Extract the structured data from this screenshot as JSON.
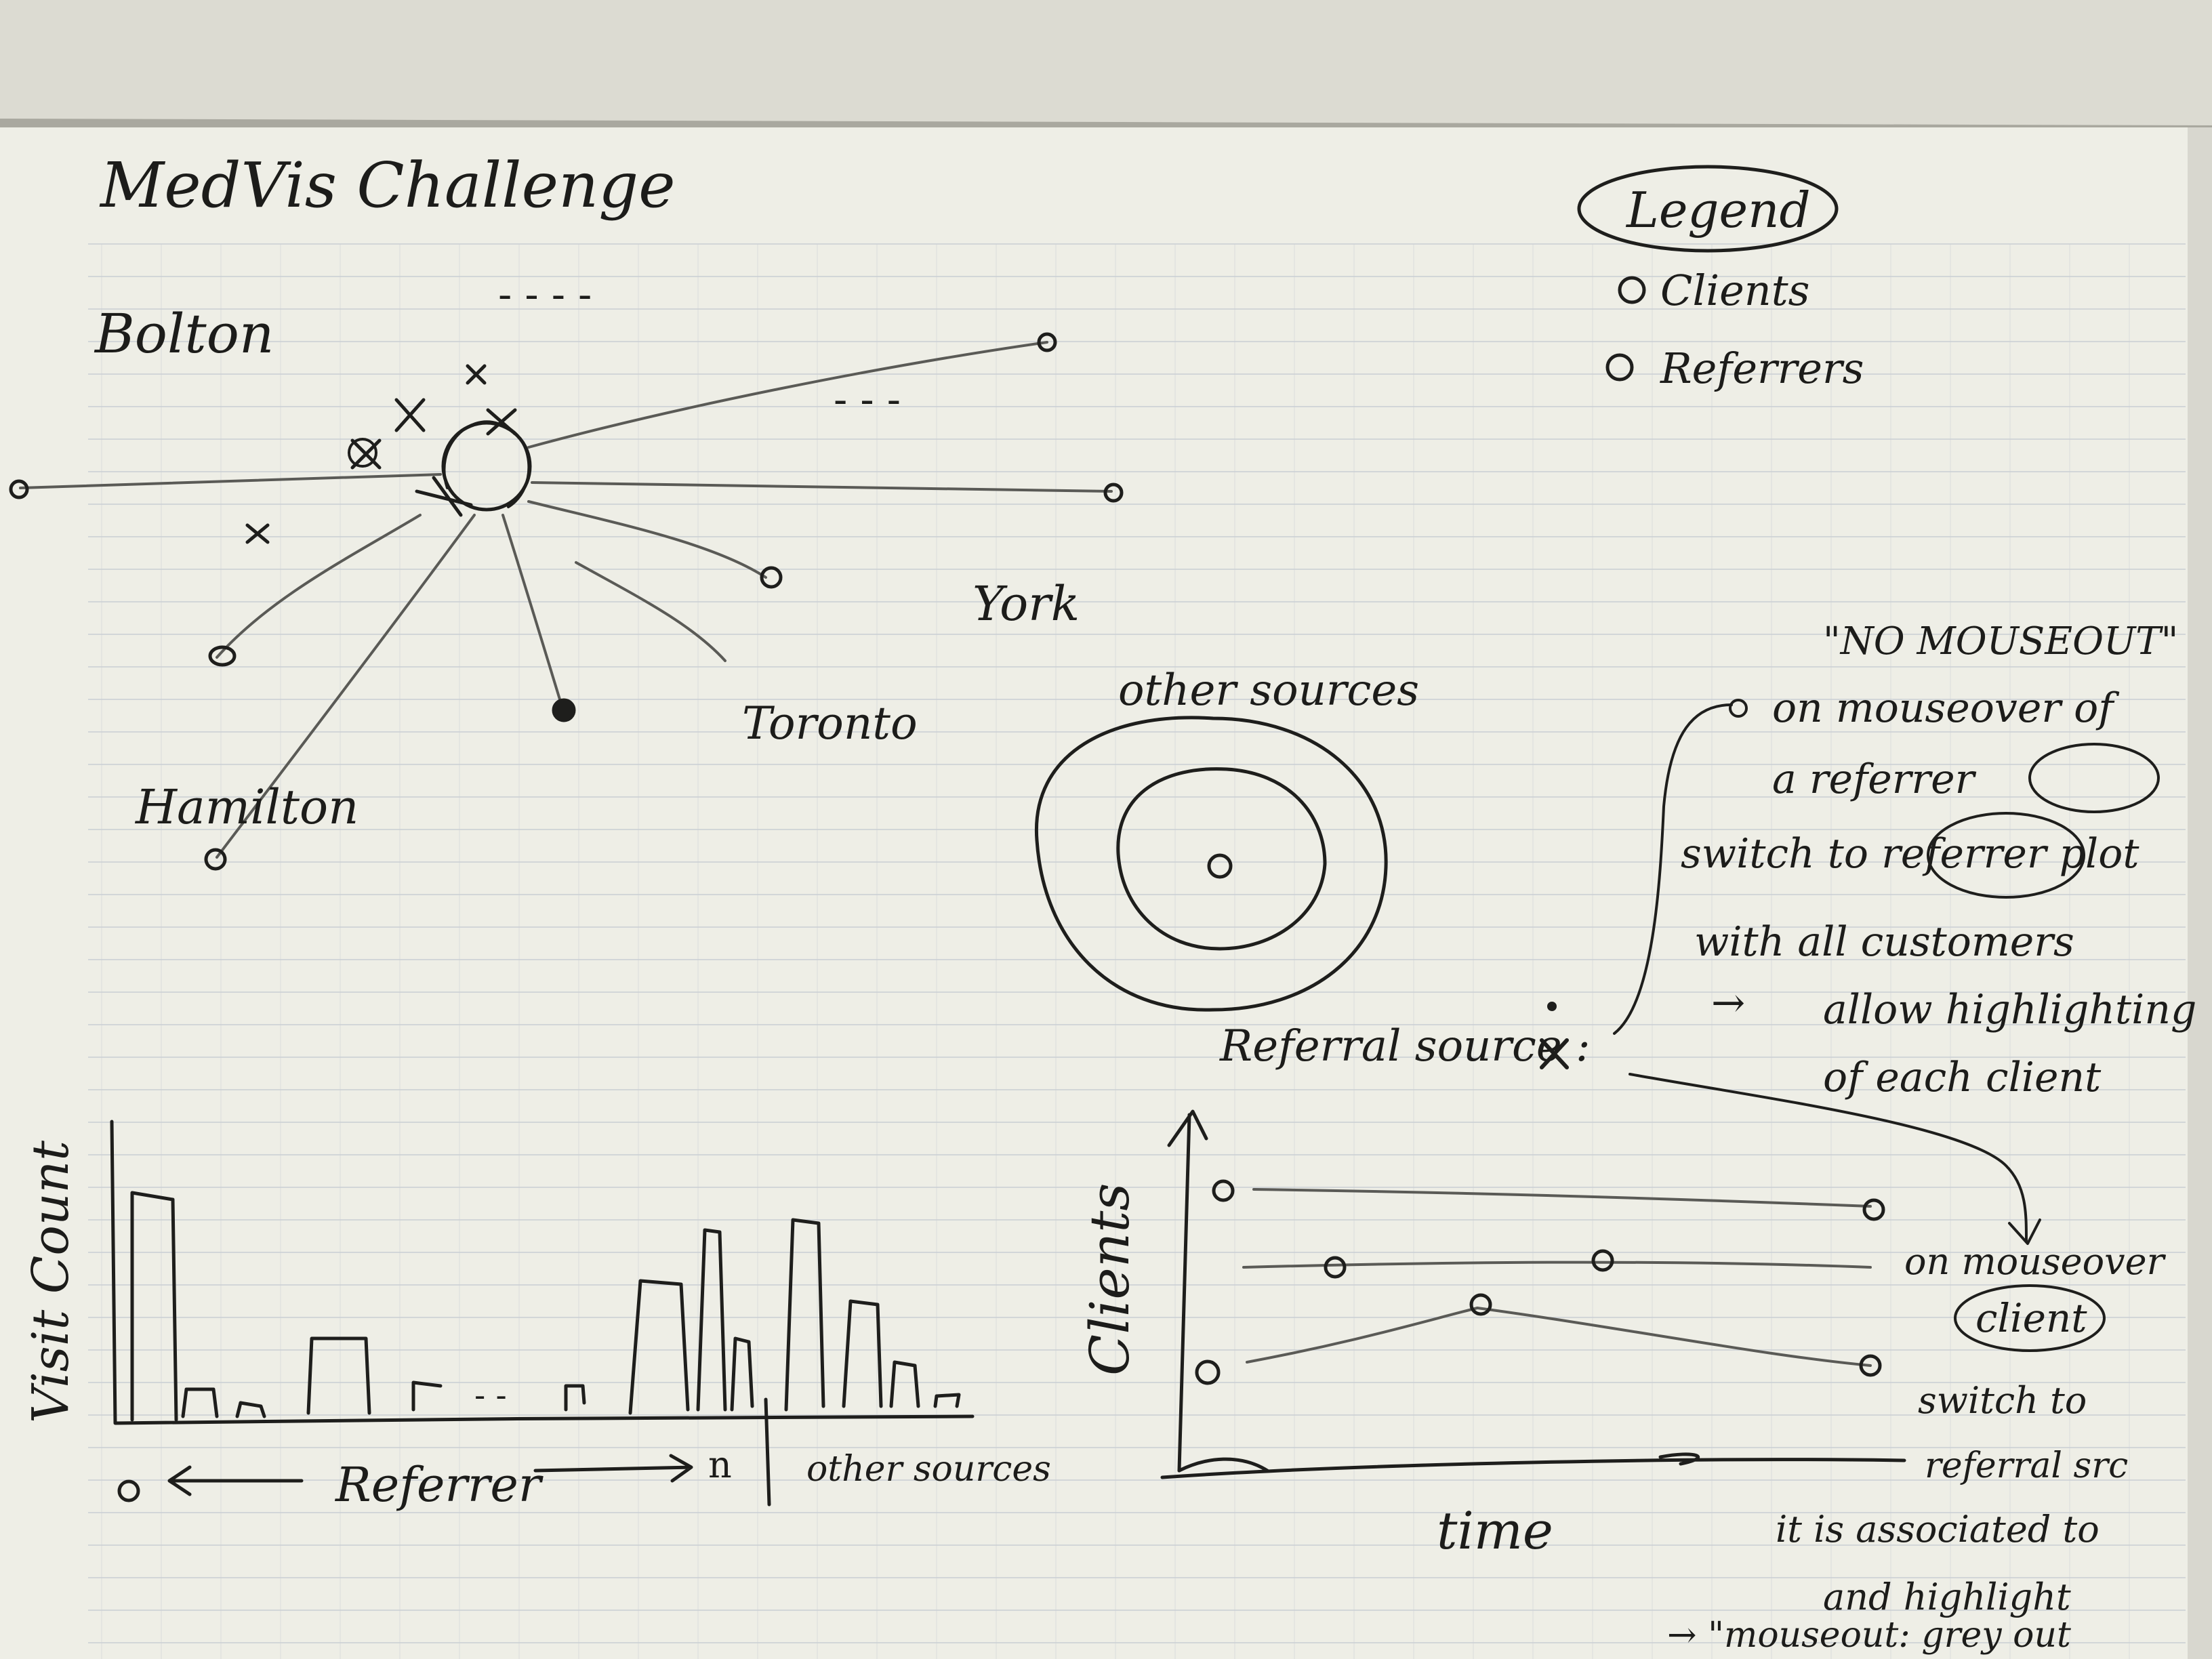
{
  "title": "MedVis Challenge",
  "legend": {
    "heading": "Legend",
    "items": [
      "Clients",
      "Referrers"
    ]
  },
  "map": {
    "cities": [
      "Bolton",
      "York",
      "Toronto",
      "Hamilton"
    ],
    "dots_top": "- - - -",
    "dots_right": "- - -"
  },
  "target_label": "other sources",
  "referral_label": "Referral source :",
  "note_no_mouseout": "\"NO MOUSEOUT\"",
  "note_referrer_lines": [
    "on mouseover of",
    "a referrer",
    "switch to referrer plot",
    "with all customers",
    "allow highlighting",
    "of each client"
  ],
  "note_referrer_arrow": "→",
  "bar_chart": {
    "ylabel": "Visit Count",
    "xlabel": "Referrer",
    "start_marker": "o",
    "end_marker": "n",
    "ellipsis": "- -",
    "other_label": "other sources"
  },
  "timeline": {
    "ylabel": "Clients",
    "xlabel": "time"
  },
  "note_client_lines": [
    "on mouseover",
    "client",
    "switch to",
    "referral src",
    "it is associated to",
    "and highlight",
    "→ \"mouseout: grey out"
  ],
  "colors": {
    "paper": "#eeeee6",
    "ink": "#1e1e1c",
    "pencil": "#5a5a56",
    "rule": "#c9ced4"
  }
}
